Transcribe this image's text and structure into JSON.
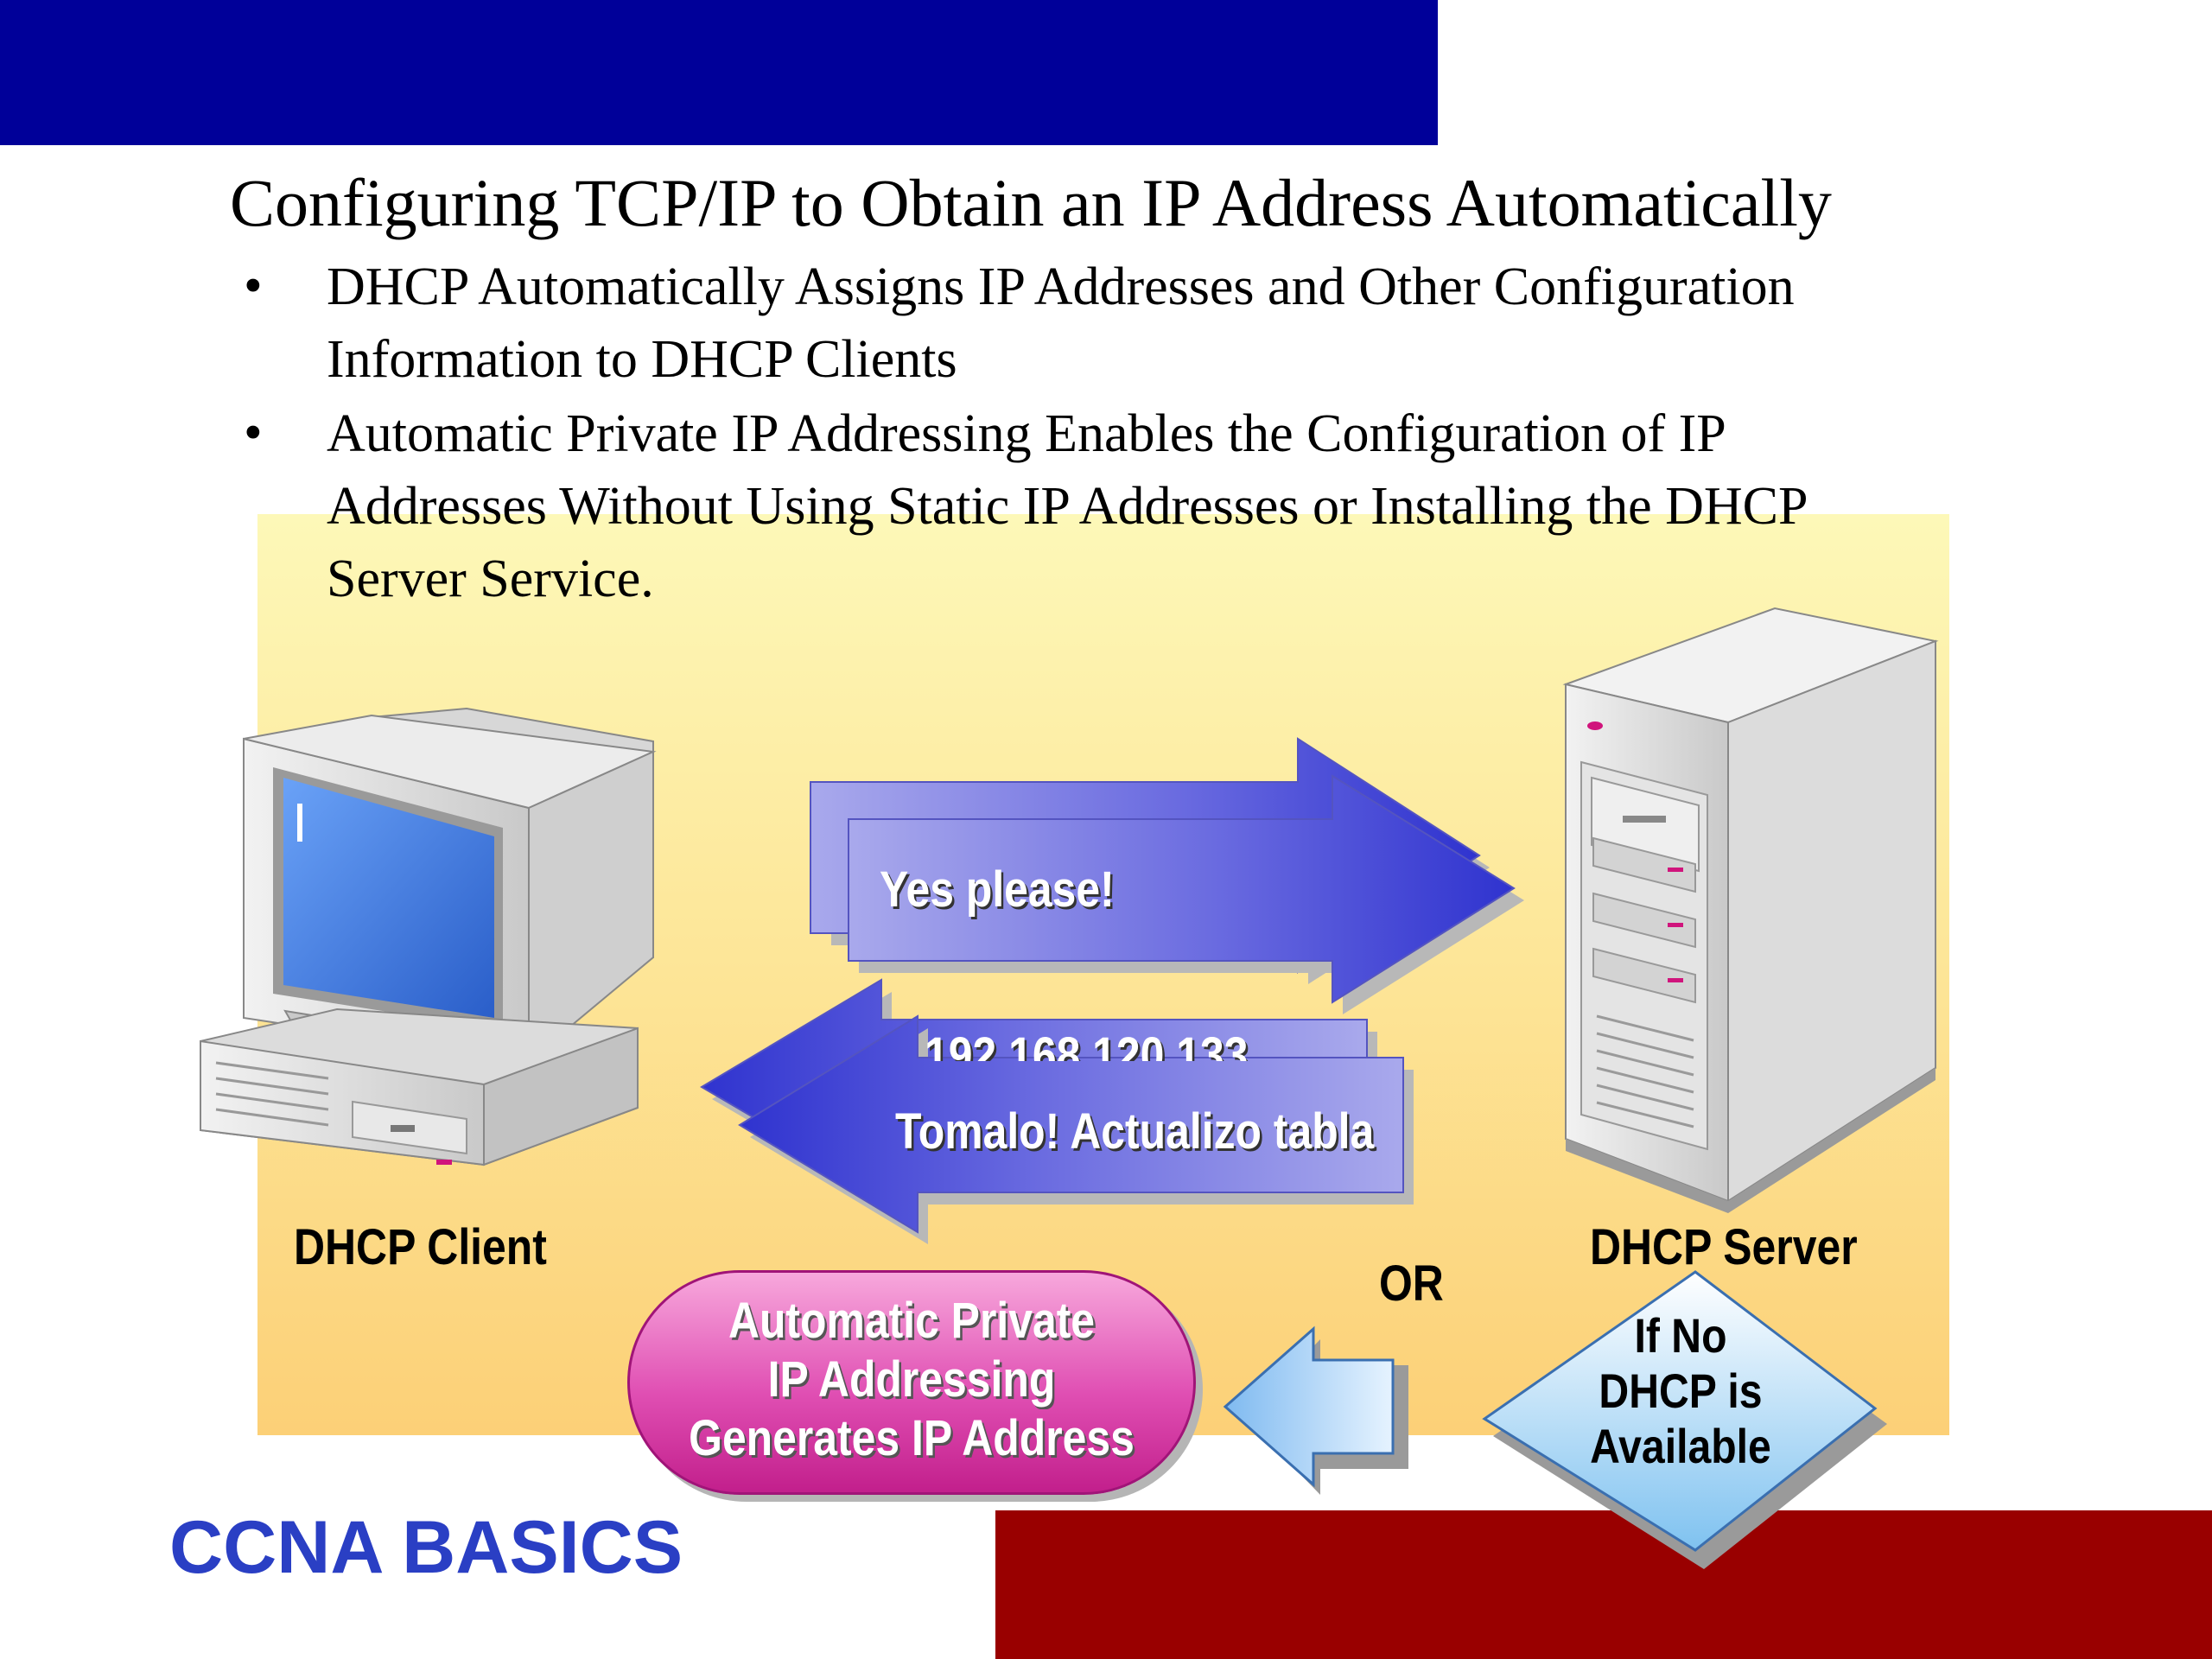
{
  "slide": {
    "title": "Configuring TCP/IP to Obtain an IP Address Automatically",
    "bullets": [
      {
        "symbol": "•",
        "lines": [
          "DHCP Automatically Assigns IP Addresses and Other Configuration",
          "Information to DHCP Clients"
        ]
      },
      {
        "symbol": "•",
        "lines": [
          "Automatic Private IP Addressing Enables the Configuration of IP",
          "Addresses Without Using Static IP Addresses or Installing the DHCP",
          "Server Service."
        ]
      }
    ],
    "footer_brand": "CCNA BASICS"
  },
  "diagram": {
    "client_label": "DHCP Client",
    "server_label": "DHCP Server",
    "request_arrow_text": "Yes please!",
    "offer_arrow_back_text": "192.168.120.133",
    "offer_arrow_text": "Tomalo! Actualizo tabla",
    "or_label": "OR",
    "decision_lines": [
      "If No",
      "DHCP is",
      "Available"
    ],
    "apipa_lines": [
      "Automatic Private",
      "IP Addressing",
      "Generates IP Address"
    ]
  },
  "colors": {
    "top_bar": "#000099",
    "bottom_bar": "#990000",
    "brand": "#2a3fc4",
    "arrow_blue": "#3b3fd6",
    "pill_pink": "#e04fb3"
  }
}
